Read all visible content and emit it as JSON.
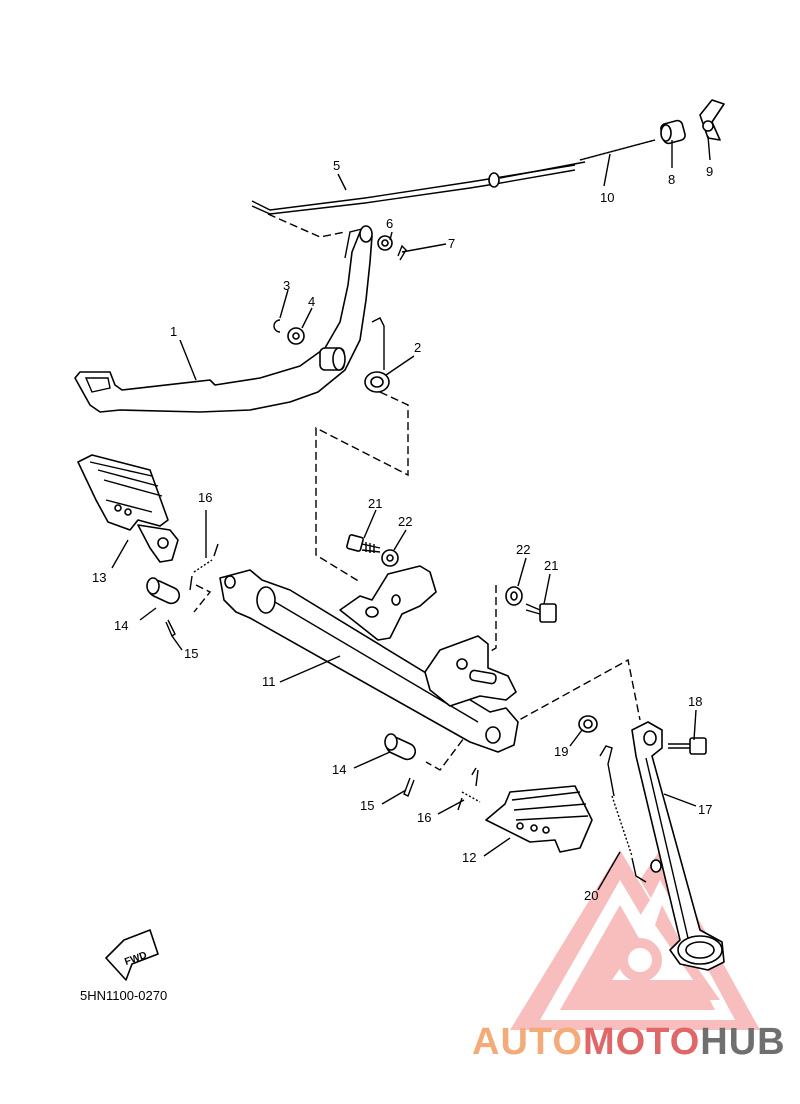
{
  "diagram": {
    "labels": {
      "n1": "1",
      "n2": "2",
      "n3": "3",
      "n4": "4",
      "n5": "5",
      "n6": "6",
      "n7": "7",
      "n8": "8",
      "n9": "9",
      "n10": "10",
      "n11": "11",
      "n12": "12",
      "n13": "13",
      "n14a": "14",
      "n14b": "14",
      "n15a": "15",
      "n15b": "15",
      "n16a": "16",
      "n16b": "16",
      "n17": "17",
      "n18": "18",
      "n19": "19",
      "n20": "20",
      "n21a": "21",
      "n21b": "21",
      "n22a": "22",
      "n22b": "22"
    },
    "fwd_label": "FWD",
    "figure_code": "5HN1100-0270"
  },
  "watermark": {
    "part1": "AUTO",
    "part2": "MOTO",
    "part3": "HUB",
    "colors": {
      "auto": "#f4ab7a",
      "moto": "#e06767",
      "hub": "#6f6f6f",
      "logo": "#f08080"
    }
  }
}
